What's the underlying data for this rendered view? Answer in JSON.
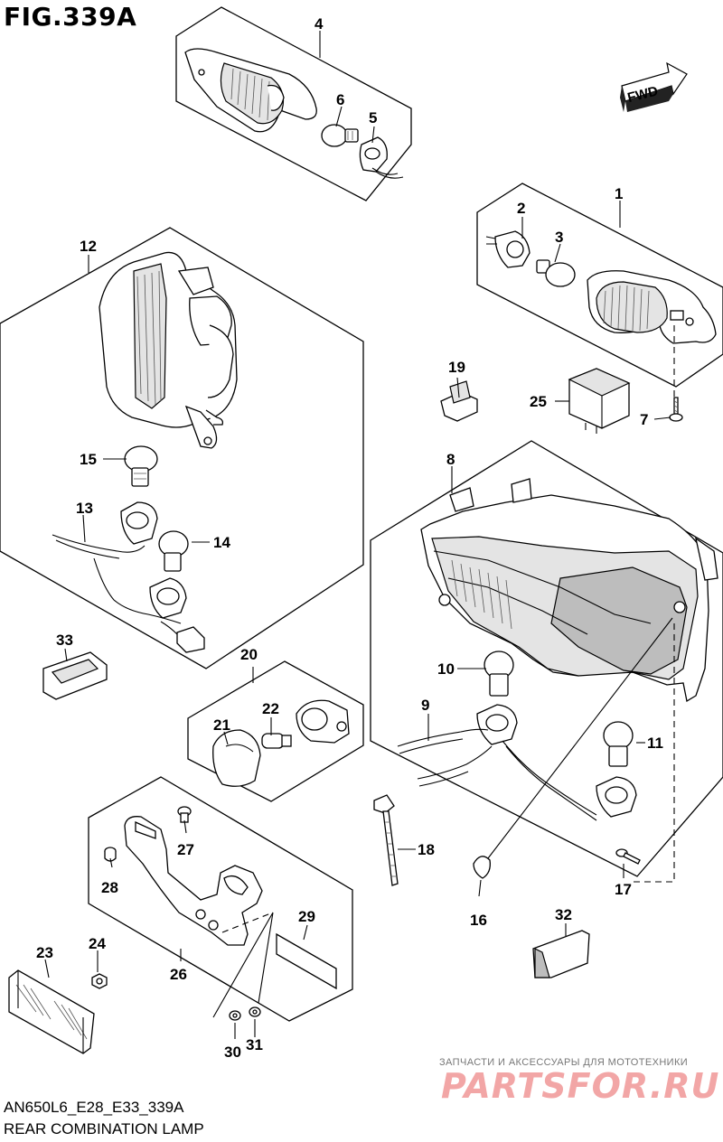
{
  "header": {
    "figure_title": "FIG.339A"
  },
  "footer": {
    "model_code": "AN650L6_E28_E33_339A",
    "description": "REAR COMBINATION LAMP"
  },
  "direction_badge": {
    "label": "FWD"
  },
  "watermark": {
    "tagline": "ЗАПЧАСТИ И АКСЕССУАРЫ ДЛЯ МОТОТЕХНИКИ",
    "logo_text": "PARTSFOR.RU"
  },
  "parts": [
    {
      "num": "1"
    },
    {
      "num": "2"
    },
    {
      "num": "3"
    },
    {
      "num": "4"
    },
    {
      "num": "5"
    },
    {
      "num": "6"
    },
    {
      "num": "7"
    },
    {
      "num": "8"
    },
    {
      "num": "9"
    },
    {
      "num": "10"
    },
    {
      "num": "11"
    },
    {
      "num": "12"
    },
    {
      "num": "13"
    },
    {
      "num": "14"
    },
    {
      "num": "15"
    },
    {
      "num": "16"
    },
    {
      "num": "17"
    },
    {
      "num": "18"
    },
    {
      "num": "19"
    },
    {
      "num": "20"
    },
    {
      "num": "21"
    },
    {
      "num": "22"
    },
    {
      "num": "23"
    },
    {
      "num": "24"
    },
    {
      "num": "25"
    },
    {
      "num": "26"
    },
    {
      "num": "27"
    },
    {
      "num": "28"
    },
    {
      "num": "29"
    },
    {
      "num": "30"
    },
    {
      "num": "31"
    },
    {
      "num": "32"
    },
    {
      "num": "33"
    }
  ]
}
